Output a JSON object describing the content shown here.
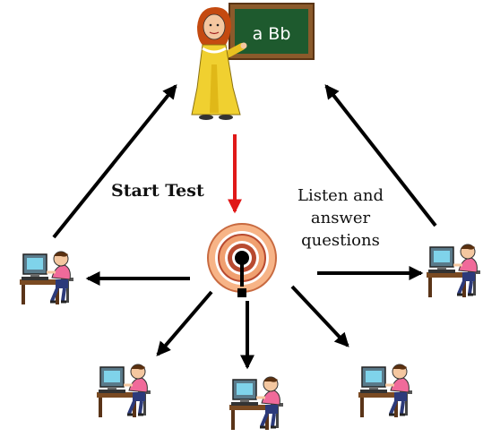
{
  "teacher": {
    "board_text": "a Bb"
  },
  "labels": {
    "start_test": "Start Test",
    "listen_lines": [
      "Listen and",
      "answer",
      "questions"
    ]
  },
  "icons": {
    "teacher": "teacher-at-chalkboard-icon",
    "broadcast": "broadcast-signal-icon",
    "student": "student-at-computer-icon"
  },
  "colors": {
    "start_arrow": "#e01818",
    "arrows": "#000000",
    "board": "#1e5a2e",
    "board_frame": "#8b5a2b",
    "signal_ring_outer": "#f0a070",
    "signal_ring_mid": "#b84a30",
    "signal_core": "#000000",
    "student_shirt": "#f06a9a",
    "monitor": "#5a7a8a",
    "desk": "#7a4a22"
  }
}
